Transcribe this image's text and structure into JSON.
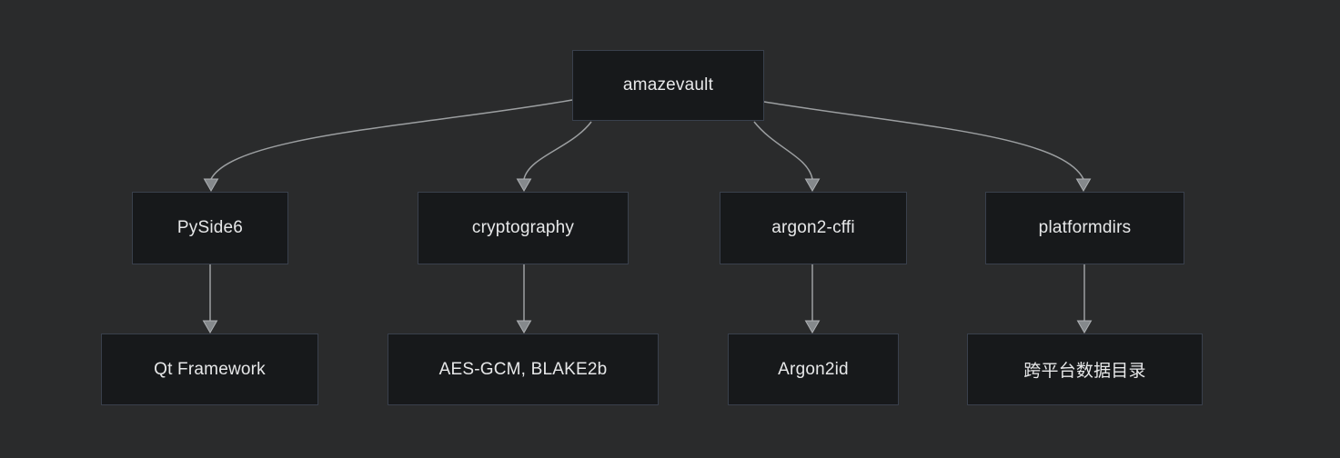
{
  "diagram": {
    "type": "flowchart",
    "direction": "top-down",
    "colors": {
      "background": "#2a2b2c",
      "node_fill": "#17191b",
      "node_border": "#39404c",
      "node_text": "#e7e8e9",
      "edge": "#9c9fa1",
      "arrowhead": "#85898c"
    },
    "nodes": [
      {
        "id": "amazevault",
        "label": "amazevault"
      },
      {
        "id": "pyside6",
        "label": "PySide6"
      },
      {
        "id": "cryptography",
        "label": "cryptography"
      },
      {
        "id": "argon2-cffi",
        "label": "argon2-cffi"
      },
      {
        "id": "platformdirs",
        "label": "platformdirs"
      },
      {
        "id": "qt-framework",
        "label": "Qt Framework"
      },
      {
        "id": "aes-gcm-blake2b",
        "label": "AES-GCM, BLAKE2b"
      },
      {
        "id": "argon2id",
        "label": "Argon2id"
      },
      {
        "id": "cross-platform-data-dir",
        "label": "跨平台数据目录"
      }
    ],
    "edges": [
      {
        "from": "amazevault",
        "to": "PySide6"
      },
      {
        "from": "amazevault",
        "to": "cryptography"
      },
      {
        "from": "amazevault",
        "to": "argon2-cffi"
      },
      {
        "from": "amazevault",
        "to": "platformdirs"
      },
      {
        "from": "PySide6",
        "to": "Qt Framework"
      },
      {
        "from": "cryptography",
        "to": "AES-GCM, BLAKE2b"
      },
      {
        "from": "argon2-cffi",
        "to": "Argon2id"
      },
      {
        "from": "platformdirs",
        "to": "跨平台数据目录"
      }
    ]
  }
}
